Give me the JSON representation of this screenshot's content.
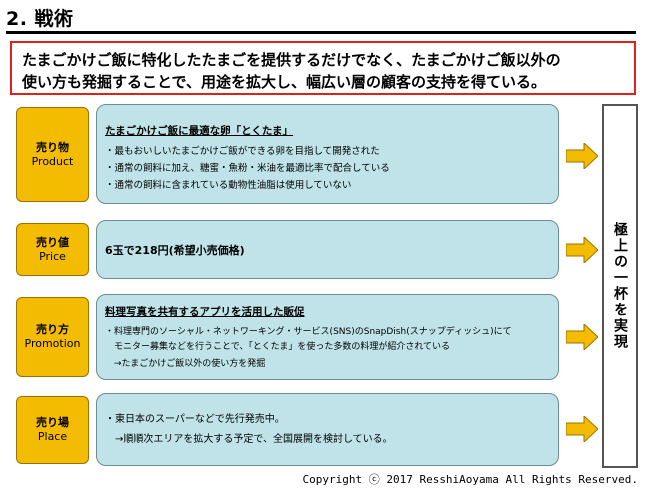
{
  "title": "2. 戦術",
  "summary": {
    "line1": "たまごかけご飯に特化したたまごを提供するだけでなく、たまごかけご飯以外の",
    "line2": "使い方も発掘することで、用途を拡大し、幅広い層の顧客の支持を得ている。"
  },
  "mix": [
    {
      "label_jp": "売り物",
      "label_en": "Product",
      "heading": "たまごかけご飯に最適な卵「とくたま」",
      "lines": [
        "・最もおいしいたまごかけご飯ができる卵を目指して開発された",
        "・通常の飼料に加え、糖蜜・魚粉・米油を最適比率で配合している",
        "・通常の飼料に含まれている動物性油脂は使用していない"
      ]
    },
    {
      "label_jp": "売り値",
      "label_en": "Price",
      "heading": "6玉で218円(希望小売価格)",
      "lines": []
    },
    {
      "label_jp": "売り方",
      "label_en": "Promotion",
      "heading": "料理写真を共有するアプリを活用した販促",
      "lines": [
        "・料理専門のソーシャル・ネットワーキング・サービス(SNS)のSnapDish(スナップディッシュ)にて",
        "　モニター募集などを行うことで、「とくたま」を使った多数の料理が紹介されている",
        "　→たまごかけご飯以外の使い方を発掘"
      ]
    },
    {
      "label_jp": "売り場",
      "label_en": "Place",
      "heading": "",
      "lines": [
        "・東日本のスーパーなどで先行発売中。",
        "　→順順次エリアを拡大する予定で、全国展開を検討している。"
      ]
    }
  ],
  "result": "極上の一杯を実現",
  "copyright": "Copyright ⓒ 2017 ResshiAoyama All Rights Reserved.",
  "colors": {
    "label_fill": "#f4bc00",
    "box_fill": "#bfe3e8",
    "arrow_fill": "#f4bc00",
    "summary_border": "#e0201a"
  }
}
